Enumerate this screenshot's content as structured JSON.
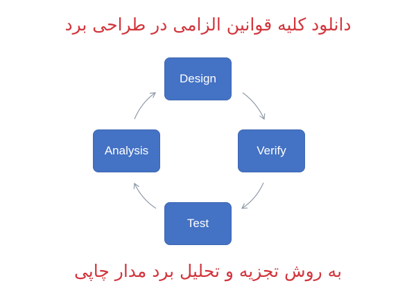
{
  "header": {
    "title": "دانلود کلیه قوانین الزامی در طراحی برد"
  },
  "footer": {
    "subtitle": "به روش تجزیه و تحلیل برد مدار چاپی"
  },
  "diagram": {
    "type": "cycle",
    "nodes": [
      {
        "id": "design",
        "label": "Design"
      },
      {
        "id": "verify",
        "label": "Verify"
      },
      {
        "id": "test",
        "label": "Test"
      },
      {
        "id": "analysis",
        "label": "Analysis"
      }
    ],
    "edges": [
      {
        "from": "design",
        "to": "verify"
      },
      {
        "from": "verify",
        "to": "test"
      },
      {
        "from": "test",
        "to": "analysis"
      },
      {
        "from": "analysis",
        "to": "design"
      }
    ]
  },
  "colors": {
    "node_fill": "#4472c4",
    "node_text": "#ffffff",
    "title_text": "#d2343c",
    "arrow": "#8e99a8"
  }
}
